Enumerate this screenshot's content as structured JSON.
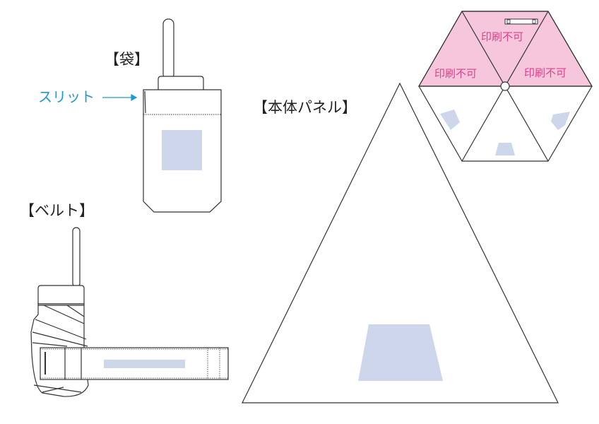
{
  "labels": {
    "bag": "【袋】",
    "slit": "スリット",
    "belt": "【ベルト】",
    "panel": "【本体パネル】"
  },
  "hexagon": {
    "no_print_label": "印刷不可",
    "no_print_panels": [
      "印刷不可",
      "印刷不可",
      "印刷不可"
    ]
  },
  "colors": {
    "print_area": "#cdd6ea",
    "no_print_fill": "#f5c6dc",
    "no_print_text": "#e0408a",
    "slit_accent": "#1a9ad6"
  }
}
